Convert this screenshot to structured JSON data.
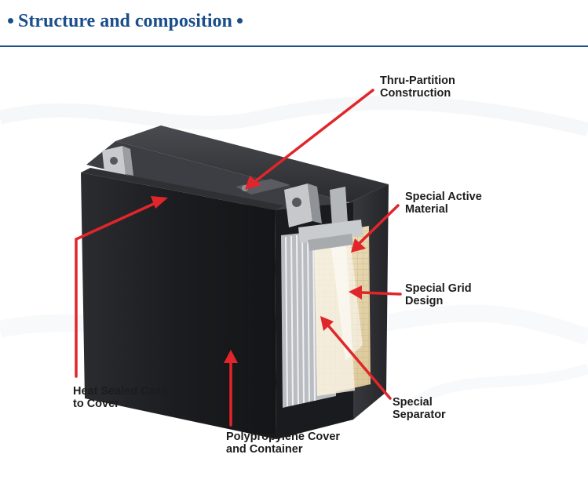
{
  "header": {
    "title": "Structure and composition"
  },
  "labels": {
    "thru_partition": "Thru-Partition\nConstruction",
    "active_material": "Special Active\nMaterial",
    "grid_design": "Special Grid\nDesign",
    "separator": "Special\nSeparator",
    "heat_sealed": "Heat Sealed Case\nto Cover",
    "polypropylene": "Polypropylene Cover\nand Container"
  },
  "colors": {
    "accent": "#1a4f8b",
    "arrow": "#e0262a",
    "case": "#1e1f22",
    "plate": "#e9dcb6"
  }
}
